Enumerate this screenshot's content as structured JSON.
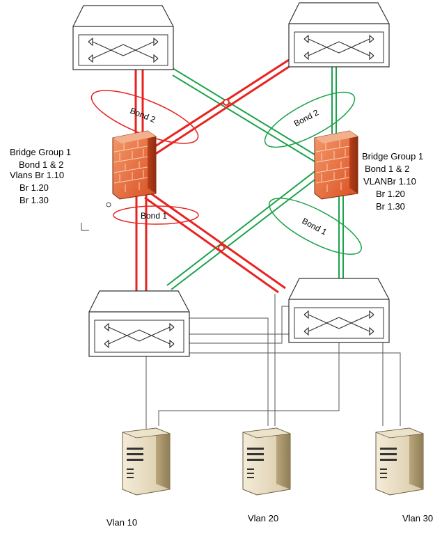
{
  "left_firewall": {
    "bridge_group": "Bridge Group 1",
    "bonds": "Bond 1 & 2",
    "vlans": "Vlans Br 1.10",
    "br_20": "Br 1.20",
    "br_30": "Br 1.30"
  },
  "right_firewall": {
    "bridge_group": "Bridge Group 1",
    "bonds": "Bond 1 & 2",
    "vlans": "VLANBr 1.10",
    "br_20": "Br 1.20",
    "br_30": "Br 1.30"
  },
  "bond_labels": {
    "left_bond2": "Bond 2",
    "left_bond1": "Bond 1",
    "right_bond2": "Bond 2",
    "right_bond1": "Bond 1"
  },
  "servers": {
    "vlan10": "Vlan 10",
    "vlan20": "Vlan 20",
    "vlan30": "Vlan 30"
  },
  "colors": {
    "red_link": "#e8231f",
    "green_link": "#1aa34a",
    "cable": "#555555",
    "firewall": "#ea6a3a"
  },
  "icons": [
    "switch-icon",
    "firewall-icon",
    "server-icon"
  ]
}
